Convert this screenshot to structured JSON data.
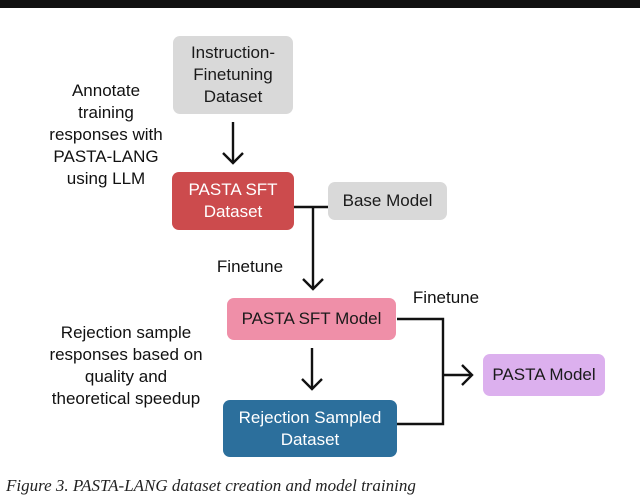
{
  "boxes": {
    "instruction_dataset": "Instruction-\nFinetuning\nDataset",
    "pasta_sft_dataset": "PASTA SFT\nDataset",
    "base_model": "Base Model",
    "pasta_sft_model": "PASTA SFT Model",
    "rejection_sampled_dataset": "Rejection Sampled\nDataset",
    "pasta_model": "PASTA Model"
  },
  "notes": {
    "annotate": "Annotate\ntraining\nresponses with\nPASTA-LANG\nusing LLM",
    "finetune_1": "Finetune",
    "finetune_2": "Finetune",
    "rejection": "Rejection sample\nresponses based on\nquality and\ntheoretical speedup"
  },
  "caption": "Figure 3. PASTA-LANG dataset creation and model training"
}
